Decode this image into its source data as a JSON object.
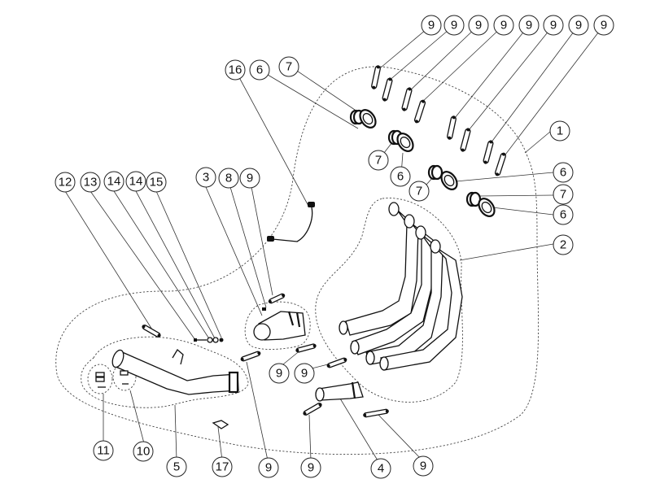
{
  "diagram": {
    "title": "Exhaust system exploded parts diagram",
    "callouts": [
      {
        "id": "c-top-1",
        "label": "9"
      },
      {
        "id": "c-top-2",
        "label": "9"
      },
      {
        "id": "c-top-3",
        "label": "9"
      },
      {
        "id": "c-top-4",
        "label": "9"
      },
      {
        "id": "c-top-5",
        "label": "9"
      },
      {
        "id": "c-top-6",
        "label": "9"
      },
      {
        "id": "c-top-7",
        "label": "9"
      },
      {
        "id": "c-top-8",
        "label": "9"
      },
      {
        "id": "c-16",
        "label": "16"
      },
      {
        "id": "c-6a",
        "label": "6"
      },
      {
        "id": "c-7a",
        "label": "7"
      },
      {
        "id": "c-7b",
        "label": "7"
      },
      {
        "id": "c-6b",
        "label": "6"
      },
      {
        "id": "c-7c",
        "label": "7"
      },
      {
        "id": "c-1",
        "label": "1"
      },
      {
        "id": "c-6c",
        "label": "6"
      },
      {
        "id": "c-7d",
        "label": "7"
      },
      {
        "id": "c-6d",
        "label": "6"
      },
      {
        "id": "c-2",
        "label": "2"
      },
      {
        "id": "c-12",
        "label": "12"
      },
      {
        "id": "c-13",
        "label": "13"
      },
      {
        "id": "c-14a",
        "label": "14"
      },
      {
        "id": "c-14b",
        "label": "14"
      },
      {
        "id": "c-15",
        "label": "15"
      },
      {
        "id": "c-3",
        "label": "3"
      },
      {
        "id": "c-8",
        "label": "8"
      },
      {
        "id": "c-9m",
        "label": "9"
      },
      {
        "id": "c-9n",
        "label": "9"
      },
      {
        "id": "c-9o",
        "label": "9"
      },
      {
        "id": "c-11",
        "label": "11"
      },
      {
        "id": "c-10",
        "label": "10"
      },
      {
        "id": "c-5",
        "label": "5"
      },
      {
        "id": "c-17",
        "label": "17"
      },
      {
        "id": "c-9p",
        "label": "9"
      },
      {
        "id": "c-9q",
        "label": "9"
      },
      {
        "id": "c-4",
        "label": "4"
      },
      {
        "id": "c-9r",
        "label": "9"
      }
    ],
    "parts": [
      {
        "number": "1",
        "description": "complete system assembly outline"
      },
      {
        "number": "2",
        "description": "4-into-1 header pipes"
      },
      {
        "number": "3",
        "description": "collector"
      },
      {
        "number": "4",
        "description": "link pipe"
      },
      {
        "number": "5",
        "description": "muffler assembly"
      },
      {
        "number": "6",
        "description": "flange"
      },
      {
        "number": "7",
        "description": "gasket"
      },
      {
        "number": "8",
        "description": "spring"
      },
      {
        "number": "9",
        "description": "spring"
      },
      {
        "number": "10",
        "description": "fastener kit"
      },
      {
        "number": "11",
        "description": "fastener kit"
      },
      {
        "number": "12",
        "description": "spring"
      },
      {
        "number": "13",
        "description": "bolt"
      },
      {
        "number": "14",
        "description": "washer"
      },
      {
        "number": "15",
        "description": "nut"
      },
      {
        "number": "16",
        "description": "sensor cable"
      },
      {
        "number": "17",
        "description": "bracket"
      }
    ]
  }
}
